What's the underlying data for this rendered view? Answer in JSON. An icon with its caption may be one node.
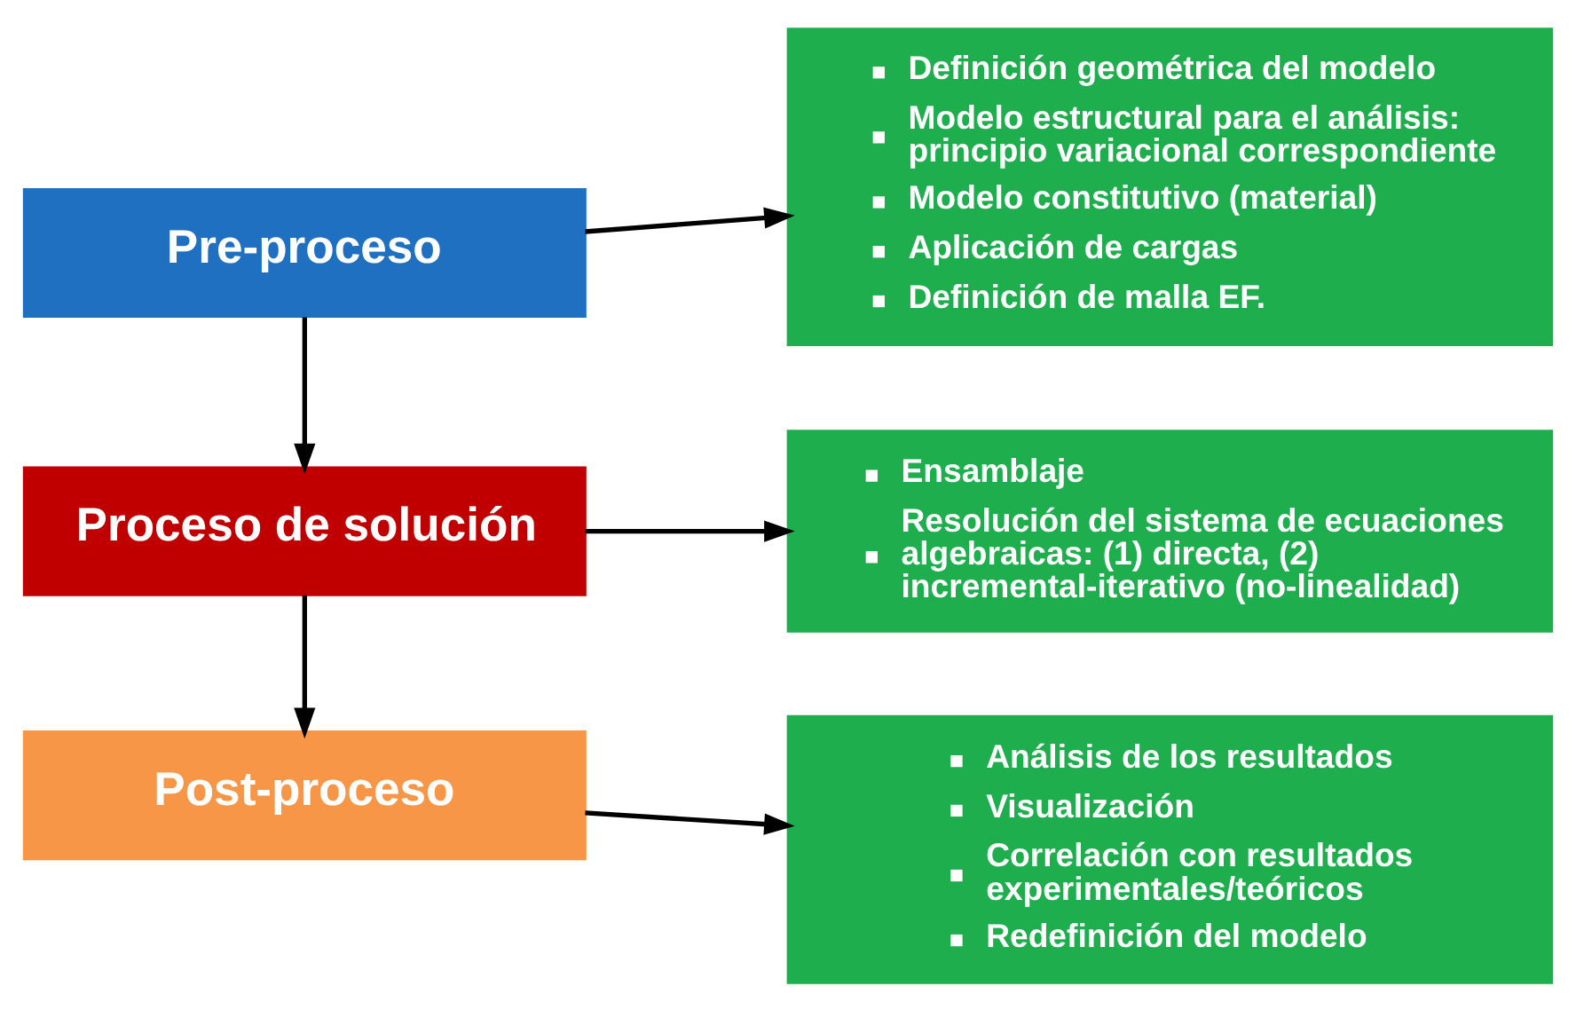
{
  "diagram": {
    "nodes": [
      {
        "text": [
          "Pre-proceso"
        ]
      },
      {
        "text": [
          "Definición geométrica del modelo",
          "Modelo estructural para el análisis: principio variacional correspondiente",
          "Modelo constitutivo (material)",
          "Aplicación de cargas",
          "Definición de malla EF."
        ]
      },
      {
        "text": [
          "Proceso de solución"
        ]
      },
      {
        "text": [
          "Ensamblaje",
          "Resolución del sistema de ecuaciones algebraicas: (1) directa, (2) incremental-iterativo (no-linealidad)"
        ]
      },
      {
        "text": [
          "Post-proceso"
        ]
      },
      {
        "text": [
          "Análisis de los resultados",
          "Visualización",
          "Correlación con resultados experimentales/teóricos",
          "Redefinición del modelo"
        ]
      }
    ],
    "edges": [
      {
        "from": 0,
        "to": 1,
        "arrow": "to"
      },
      {
        "from": 0,
        "to": 2,
        "arrow": "to"
      },
      {
        "from": 2,
        "to": 3,
        "arrow": "to"
      },
      {
        "from": 2,
        "to": 4,
        "arrow": "to"
      },
      {
        "from": 4,
        "to": 5,
        "arrow": "to"
      }
    ]
  }
}
